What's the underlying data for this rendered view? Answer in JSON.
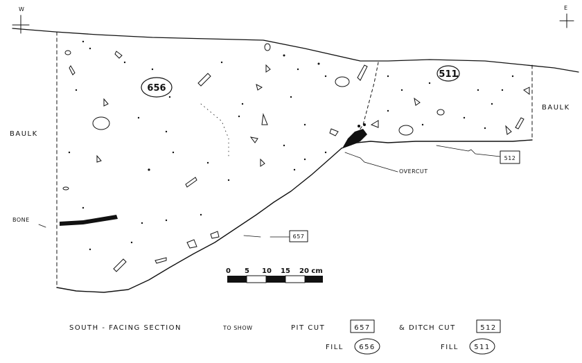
{
  "markers": {
    "west": "W",
    "east": "E"
  },
  "baulk_left": "BAULK",
  "baulk_right": "BAULK",
  "bone_label": "BONE",
  "overcut_label": "OVERCUT",
  "contexts": {
    "pit_fill": "656",
    "ditch_fill": "511",
    "pit_cut": "657",
    "ditch_cut": "512"
  },
  "scale": {
    "ticks": [
      "0",
      "5",
      "10",
      "15",
      "20 cm"
    ]
  },
  "caption": {
    "line1_a": "SOUTH - FACING SECTION",
    "line1_b": "TO SHOW",
    "line1_c": "PIT CUT",
    "line1_d": "& DITCH CUT",
    "fill_label_1": "FILL",
    "fill_label_2": "FILL"
  }
}
